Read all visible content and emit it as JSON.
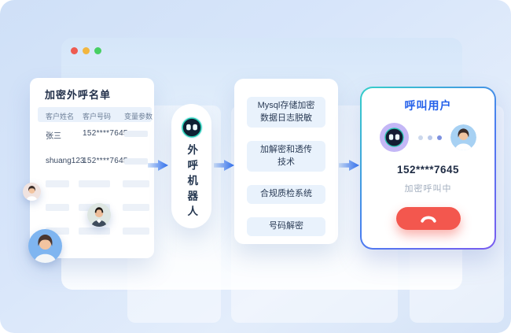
{
  "window": {
    "traffic_light_colors": [
      "#ee5b51",
      "#f2b63f",
      "#47cf63"
    ]
  },
  "left_panel": {
    "title": "加密外呼名单",
    "columns": [
      "客户姓名",
      "客户号码",
      "变量参数"
    ],
    "rows": [
      {
        "name": "张三",
        "number": "152****7645"
      },
      {
        "name": "shuang123",
        "number": "152****7645"
      }
    ]
  },
  "flow": {
    "robot_label": "外呼机器人",
    "steps": [
      "Mysql存储加密\n数据日志脱敏",
      "加解密和透传\n技术",
      "合规质检系统",
      "号码解密"
    ]
  },
  "call_card": {
    "title": "呼叫用户",
    "phone_number": "152****7645",
    "status": "加密呼叫中"
  },
  "colors": {
    "arrow_blue": "#2f6ff0",
    "accent_blue": "#2460ea",
    "call_button_red": "#f3574e",
    "card_border_gradient": [
      "#35d0c8",
      "#4a7df0",
      "#7a5cf0"
    ],
    "robot_ring_teal": "#2ee6c8",
    "robot_ring_purple": "#c4b7f6"
  },
  "icons": [
    "robot-face-icon",
    "phone-hangup-icon",
    "arrow-right-icon",
    "traffic-light-icons",
    "person-avatars"
  ]
}
